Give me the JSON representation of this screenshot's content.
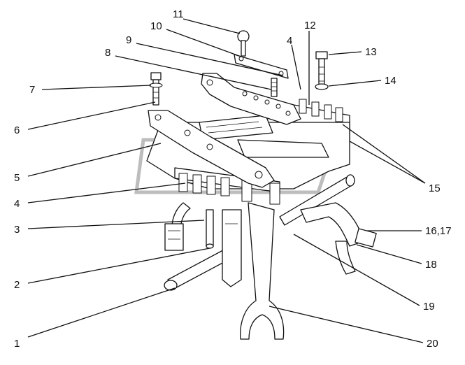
{
  "callouts": [
    {
      "id": "1",
      "text": "1"
    },
    {
      "id": "2",
      "text": "2"
    },
    {
      "id": "3",
      "text": "3"
    },
    {
      "id": "4a",
      "text": "4"
    },
    {
      "id": "4b",
      "text": "4"
    },
    {
      "id": "5",
      "text": "5"
    },
    {
      "id": "6",
      "text": "6"
    },
    {
      "id": "7",
      "text": "7"
    },
    {
      "id": "8",
      "text": "8"
    },
    {
      "id": "9",
      "text": "9"
    },
    {
      "id": "10",
      "text": "10"
    },
    {
      "id": "11",
      "text": "11"
    },
    {
      "id": "12",
      "text": "12"
    },
    {
      "id": "13",
      "text": "13"
    },
    {
      "id": "14",
      "text": "14"
    },
    {
      "id": "15",
      "text": "15"
    },
    {
      "id": "16_17",
      "text": "16,17"
    },
    {
      "id": "18",
      "text": "18"
    },
    {
      "id": "19",
      "text": "19"
    },
    {
      "id": "20",
      "text": "20"
    }
  ]
}
